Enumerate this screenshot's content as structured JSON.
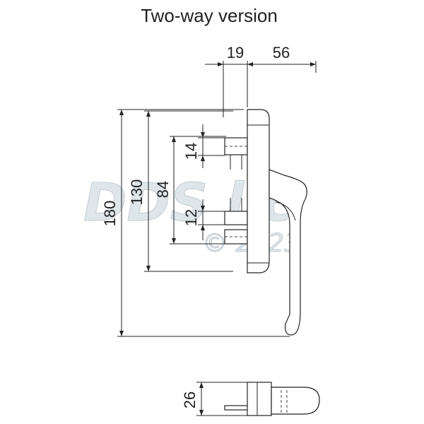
{
  "title": "Two-way version",
  "dimensions": {
    "d19": "19",
    "d56": "56",
    "d180": "180",
    "d130": "130",
    "d84": "84",
    "d14": "14",
    "d12": "12",
    "d26": "26"
  },
  "watermark": {
    "brand": "DDS llc",
    "copyright": "© 2023"
  },
  "colors": {
    "line": "#222222",
    "watermark_fill": "#dfe6ea",
    "background": "#ffffff"
  }
}
